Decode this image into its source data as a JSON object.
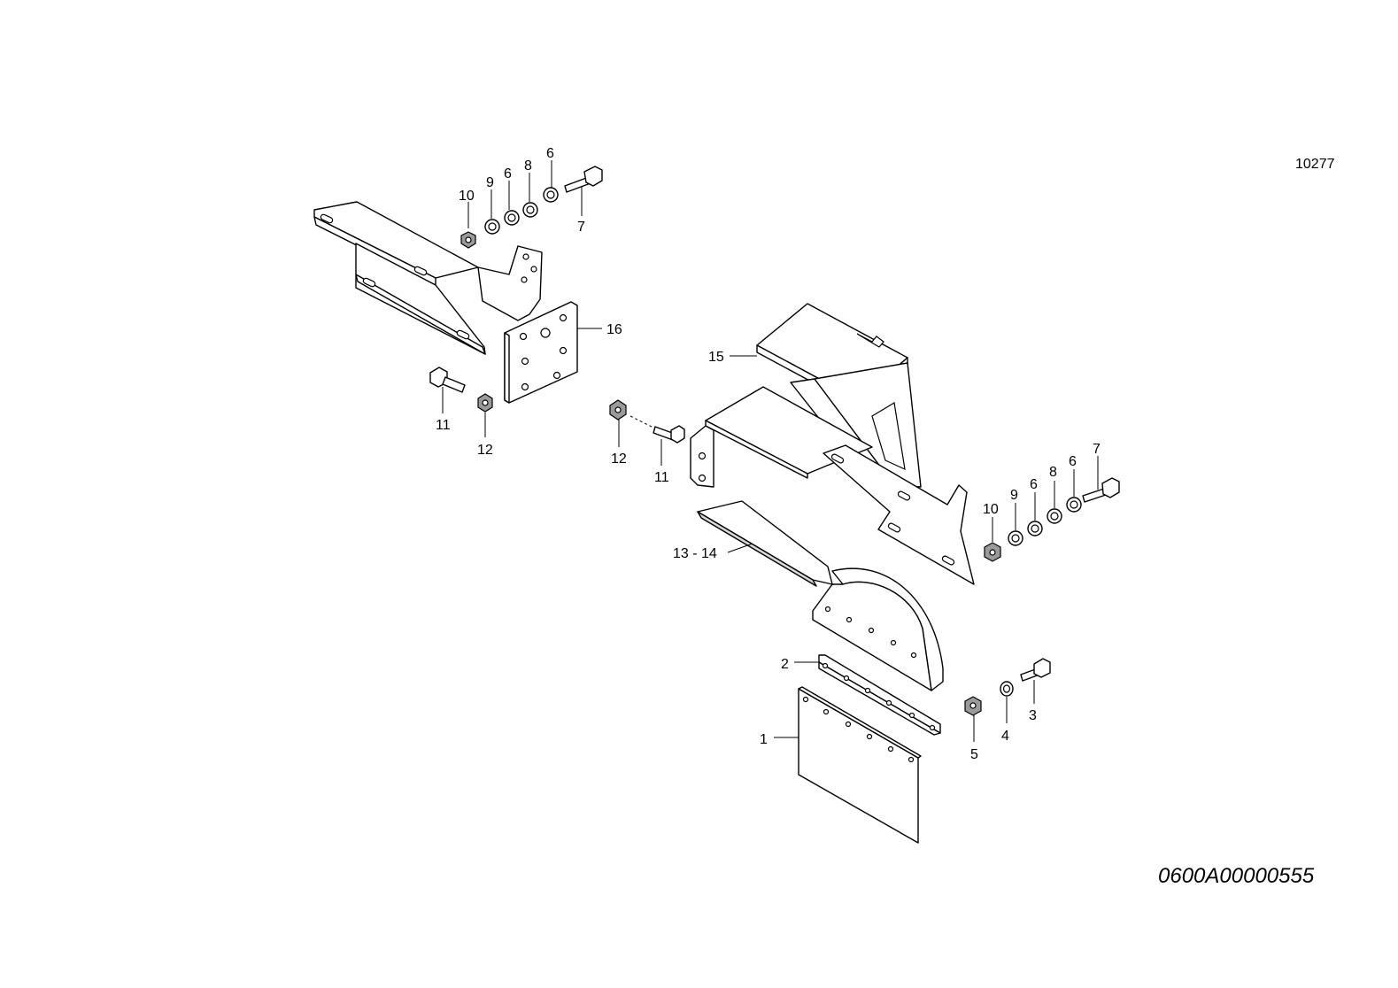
{
  "figure_number": "10277",
  "drawing_code": "0600A00000555",
  "callouts": {
    "left_10": "10",
    "left_9": "9",
    "left_6a": "6",
    "left_8": "8",
    "left_6b": "6",
    "left_7": "7",
    "left_16": "16",
    "left_11": "11",
    "left_12": "12",
    "mid_12": "12",
    "mid_11": "11",
    "right_15": "15",
    "right_10": "10",
    "right_9": "9",
    "right_6a": "6",
    "right_8": "8",
    "right_6b": "6",
    "right_7": "7",
    "right_13_14": "13 - 14",
    "right_2": "2",
    "right_1": "1",
    "right_5": "5",
    "right_4": "4",
    "right_3": "3"
  }
}
